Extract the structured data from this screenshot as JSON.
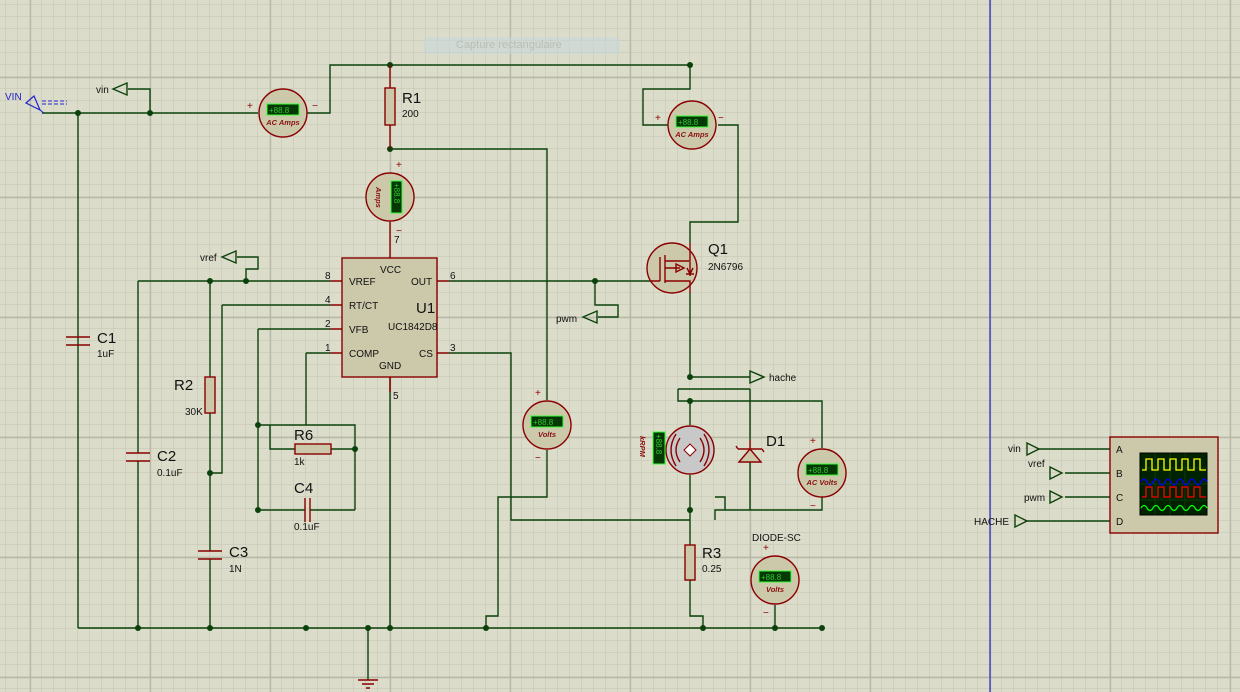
{
  "tooltip": {
    "text": "Capture rectangulaire"
  },
  "terminals": {
    "vin_source": "VIN",
    "vin": "vin",
    "vref": "vref",
    "pwm": "pwm",
    "hache": "hache",
    "scope_vin": "vin",
    "scope_vref": "vref",
    "scope_pwm": "pwm",
    "scope_hache": "HACHE"
  },
  "components": {
    "R1": {
      "ref": "R1",
      "value": "200"
    },
    "R2": {
      "ref": "R2",
      "value": "30K"
    },
    "R3": {
      "ref": "R3",
      "value": "0.25"
    },
    "R6": {
      "ref": "R6",
      "value": "1k"
    },
    "C1": {
      "ref": "C1",
      "value": "1uF"
    },
    "C2": {
      "ref": "C2",
      "value": "0.1uF"
    },
    "C3": {
      "ref": "C3",
      "value": "1N"
    },
    "C4": {
      "ref": "C4",
      "value": "0.1uF"
    },
    "Q1": {
      "ref": "Q1",
      "value": "2N6796"
    },
    "D1": {
      "ref": "D1",
      "value": "DIODE-SC"
    },
    "U1": {
      "ref": "U1",
      "value": "UC1842D8",
      "pins": {
        "vcc": "VCC",
        "vref": "VREF",
        "rtct": "RT/CT",
        "vfb": "VFB",
        "comp": "COMP",
        "gnd": "GND",
        "out": "OUT",
        "cs": "CS"
      },
      "pin_numbers": {
        "vcc": "7",
        "vref": "8",
        "rtct": "4",
        "vfb": "2",
        "comp": "1",
        "gnd": "5",
        "out": "6",
        "cs": "3"
      }
    }
  },
  "meters": {
    "display": "+88.8",
    "ac_amps_1": "AC Amps",
    "amps": "Amps",
    "ac_amps_2": "AC Amps",
    "volts_1": "Volts",
    "ac_volts": "AC Volts",
    "volts_2": "Volts",
    "motor": "kRPM",
    "plus": "+",
    "minus": "−"
  },
  "scope": {
    "channels": [
      "A",
      "B",
      "C",
      "D"
    ],
    "trace_colors": [
      "#ffff00",
      "#0000ff",
      "#ff0000",
      "#00ff00"
    ]
  },
  "colors": {
    "wire": "#0b420b",
    "component": "#8a0000",
    "background": "#dcdcca",
    "marker_line": "#2222cc"
  }
}
